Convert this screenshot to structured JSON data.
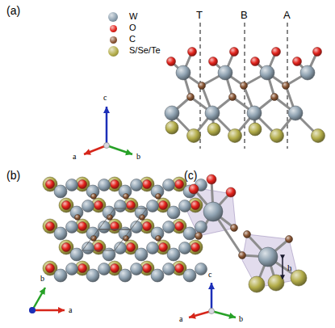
{
  "diagram": {
    "labels": [
      "(a)",
      "T",
      "B",
      "A",
      "c",
      "a",
      "b",
      "(b)",
      "b",
      "a",
      "(c)",
      "c",
      "a",
      "b",
      "h"
    ],
    "legend": [
      {
        "text": "W",
        "color": "#8fa2b1"
      },
      {
        "text": "O",
        "color": "#e3231c"
      },
      {
        "text": "C",
        "color": "#8a5634"
      },
      {
        "text": "S/Se/Te",
        "color": "#b3ad4a"
      }
    ]
  }
}
